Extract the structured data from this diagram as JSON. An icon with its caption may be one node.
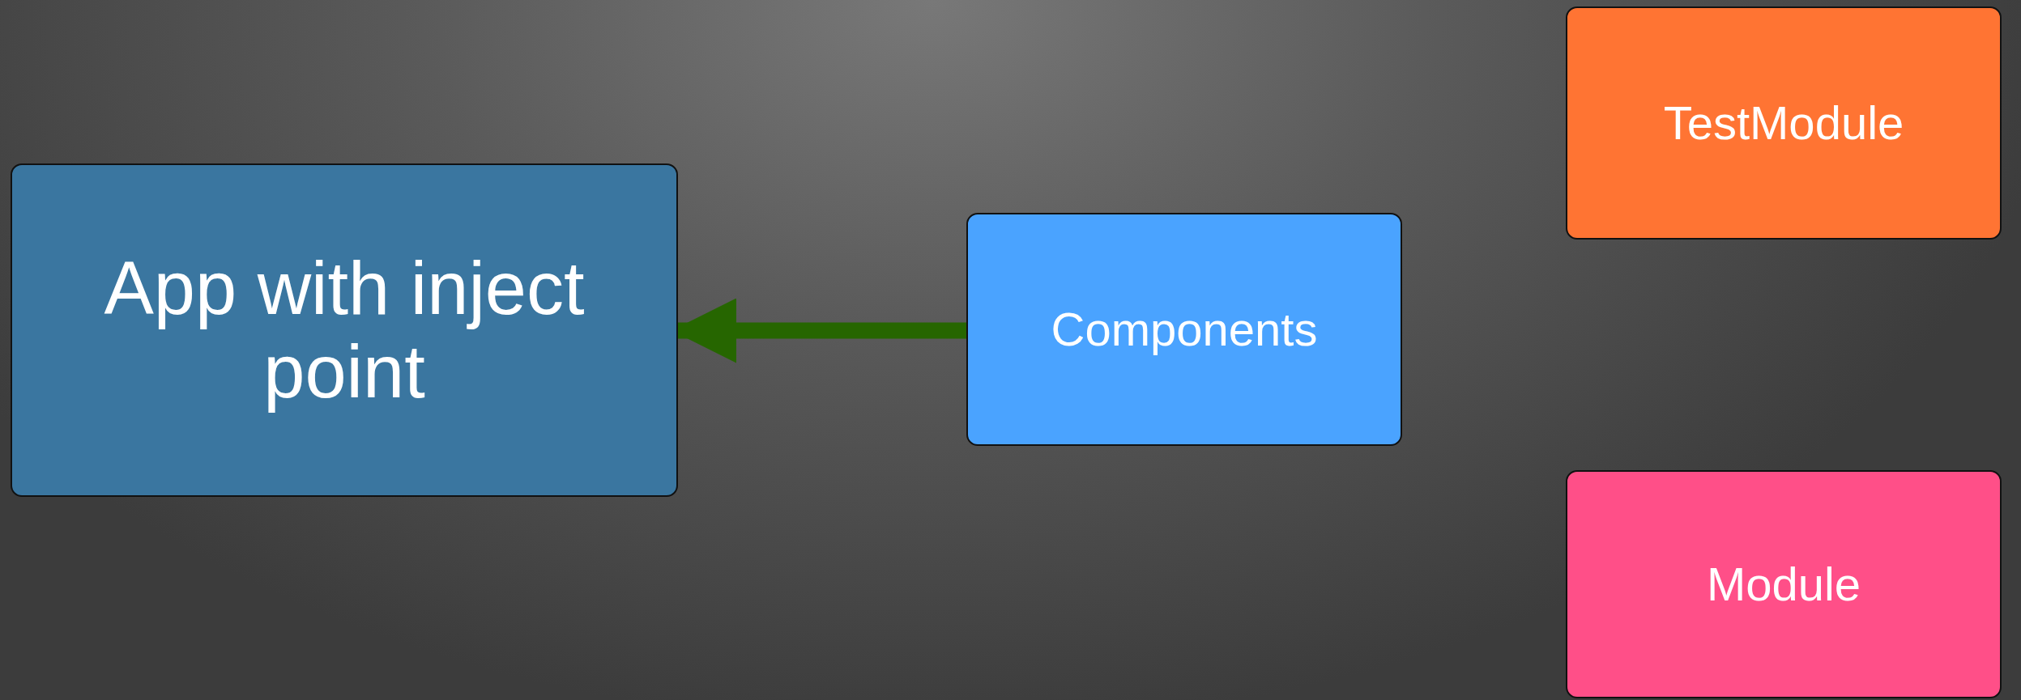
{
  "diagram": {
    "nodes": [
      {
        "text": [
          "App with inject point"
        ]
      },
      {
        "text": [
          "Components"
        ]
      },
      {
        "text": [
          "TestModule"
        ]
      },
      {
        "text": [
          "Module"
        ]
      }
    ],
    "edges": [
      {
        "from": 1,
        "to": 0,
        "arrow": "to",
        "color": "#266600"
      }
    ]
  }
}
